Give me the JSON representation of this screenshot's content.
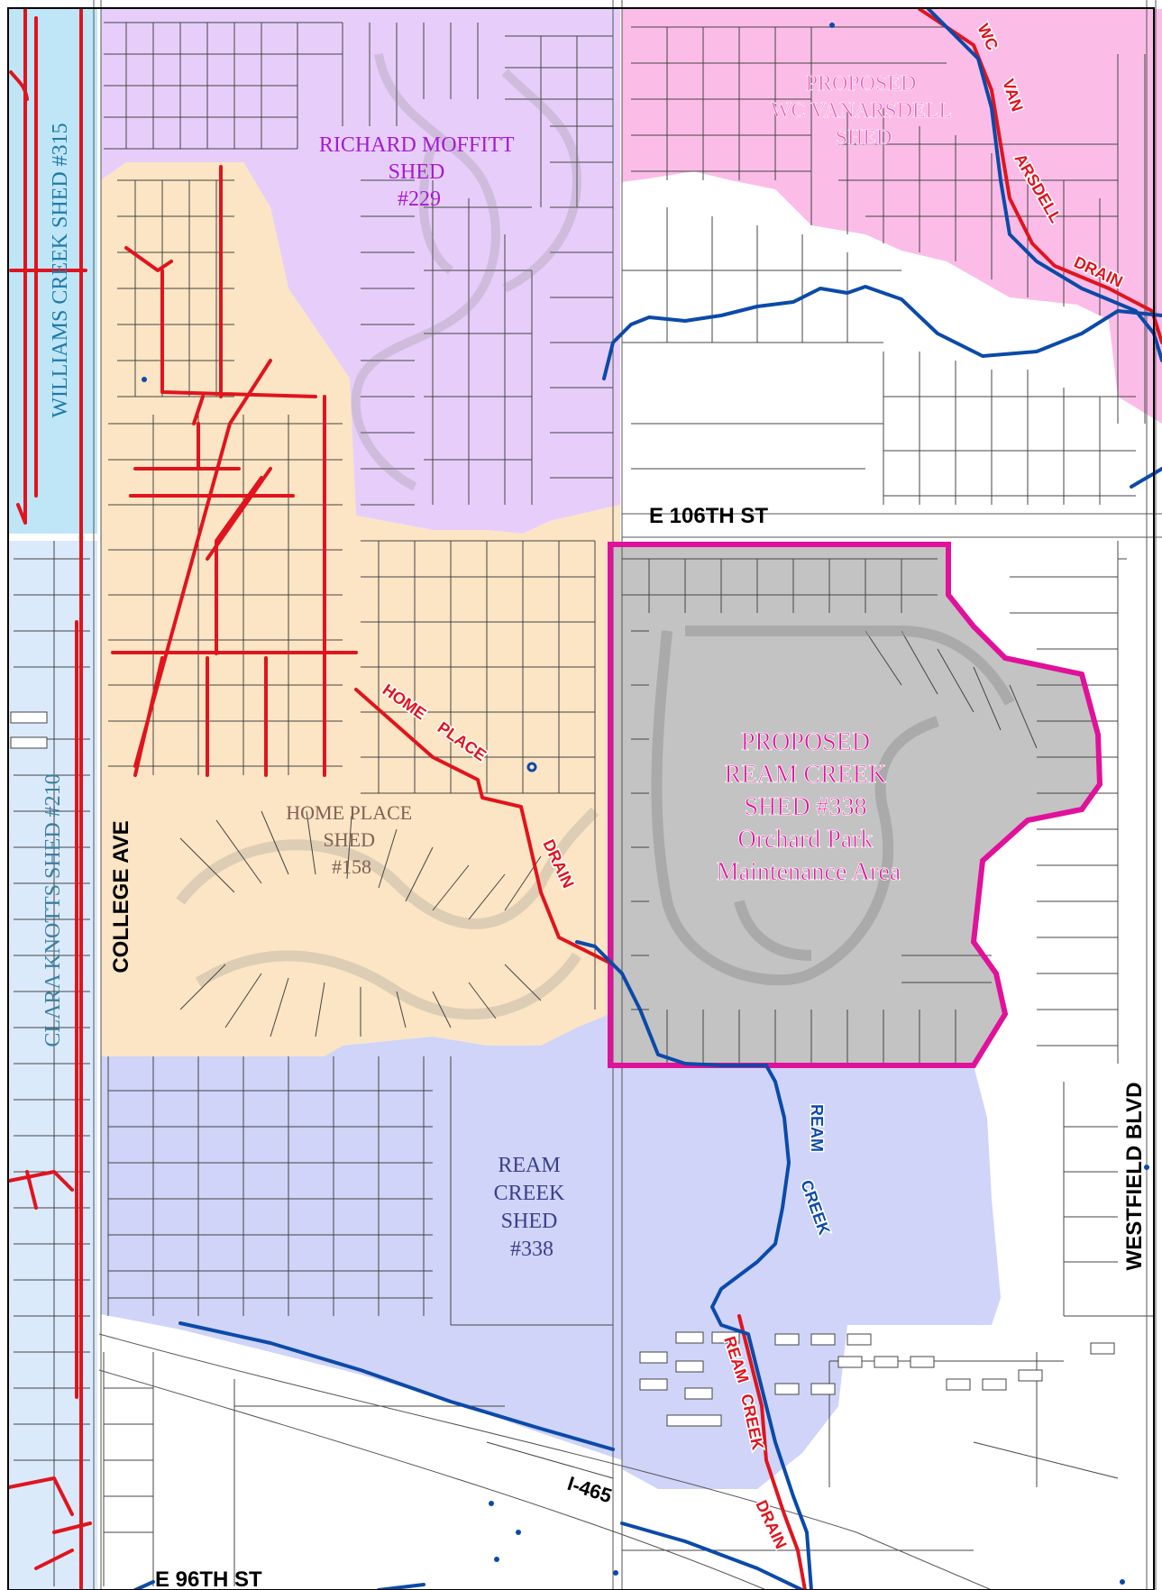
{
  "colors": {
    "williams": "#bfe6f7",
    "clara": "#dbeafb",
    "moffitt": "#e7cefa",
    "vanarsdell": "#fbbde8",
    "homeplace": "#fbe5c4",
    "ream": "#cfd4f8",
    "proposed_ream": "#c3c3c3",
    "proposed_outline": "#e0119a",
    "drain_red": "#e0141e",
    "creek_blue": "#0b4aa8",
    "parcel_line": "#444444",
    "text_moffitt": "#a61ad6",
    "text_vanarsdell": "#ec5fb8",
    "text_homeplace": "#806055",
    "text_ream": "#3a3f8a",
    "text_clara": "#3b7ea0",
    "text_williams": "#1f79a8"
  },
  "sheds": {
    "williams": {
      "lines": [
        "WILLIAMS CREEK SHED #315"
      ]
    },
    "clara": {
      "lines": [
        "CLARA KNOTTS SHED #210"
      ]
    },
    "moffitt": {
      "lines": [
        "RICHARD MOFFITT",
        "SHED",
        "#229"
      ]
    },
    "vanarsdell": {
      "lines": [
        "PROPOSED",
        "WC VANARSDELL",
        "SHED"
      ]
    },
    "homeplace": {
      "lines": [
        "HOME PLACE",
        "SHED",
        "#158"
      ]
    },
    "ream": {
      "lines": [
        "REAM",
        "CREEK",
        "SHED",
        "#338"
      ]
    },
    "proposed_ream": {
      "lines": [
        "PROPOSED",
        "REAM CREEK",
        "SHED #338",
        "Orchard Park",
        "Maintenance Area"
      ]
    }
  },
  "roads": {
    "e106": "E 106TH ST",
    "college": "COLLEGE AVE",
    "westfield": "WESTFIELD BLVD",
    "i465": "I-465",
    "e96": "E 96TH ST"
  },
  "drains": {
    "wc": "WC",
    "van": "VAN",
    "arsdell": "ARSDELL",
    "drain_wc": "DRAIN",
    "home": "HOME",
    "place": "PLACE",
    "drain_home": "DRAIN",
    "ream": "REAM",
    "creek": "CREEK",
    "ream2": "REAM",
    "creek2": "CREEK",
    "drain_ream": "DRAIN"
  }
}
